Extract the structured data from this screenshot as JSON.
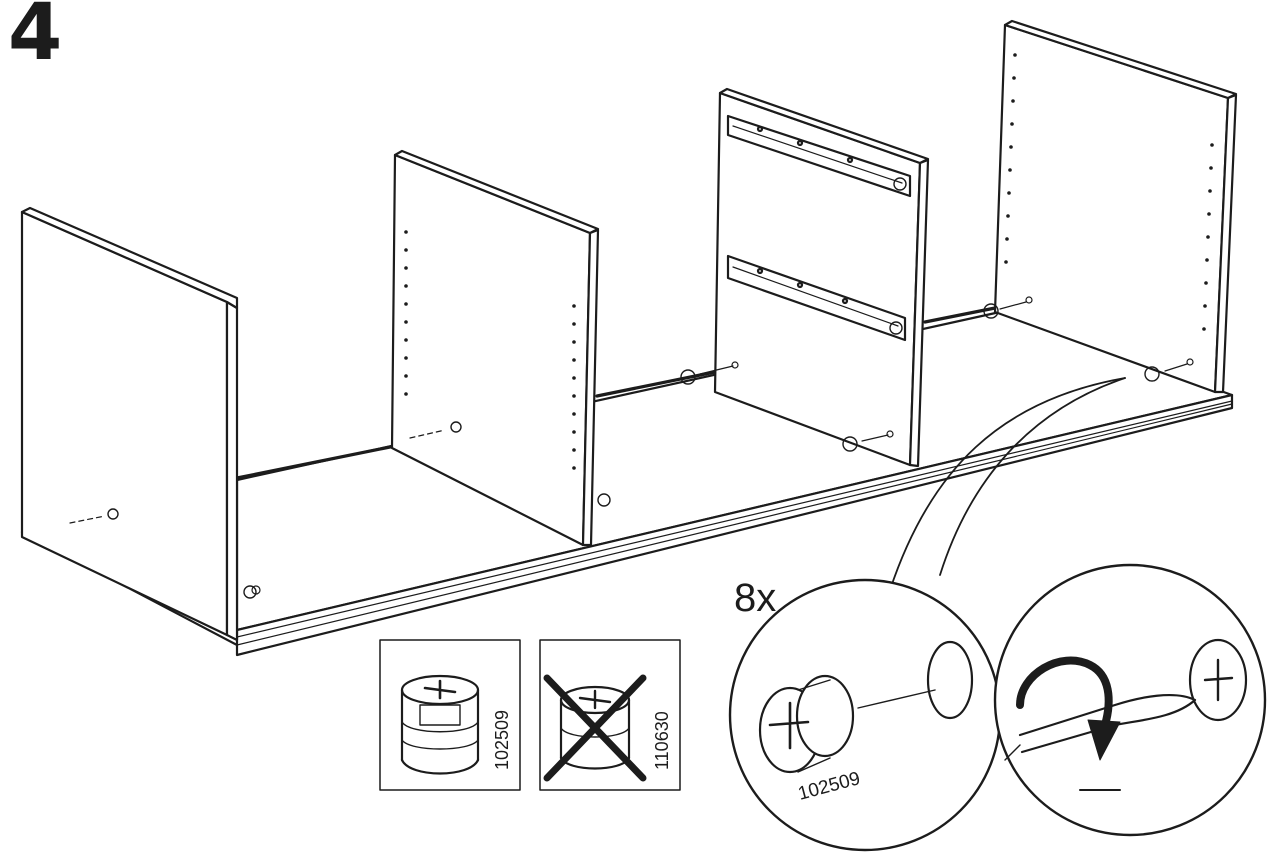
{
  "step": {
    "number": "4"
  },
  "quantity": {
    "label": "8x"
  },
  "fittings": {
    "correct": {
      "part_number": "102509"
    },
    "incorrect": {
      "part_number": "110630"
    },
    "detail": {
      "part_number": "102509"
    }
  },
  "icons": [
    "cam-lock-fitting-icon",
    "wrong-fitting-icon",
    "screwdriver-icon",
    "rotation-arrow-icon"
  ],
  "colors": {
    "line": "#1c1c1c",
    "background": "#ffffff"
  }
}
